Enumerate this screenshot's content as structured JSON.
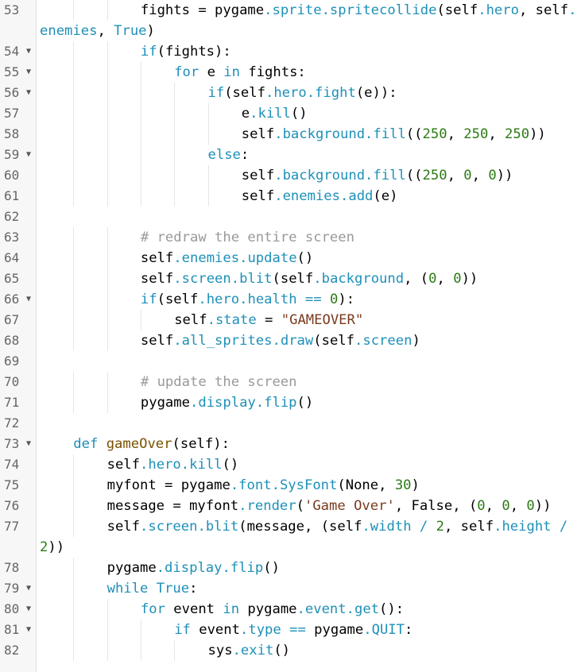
{
  "editor": {
    "language": "python",
    "colors": {
      "background": "#ffffff",
      "gutter_background": "#f7f7f7",
      "line_number": "#666666",
      "keyword": "#1e90b8",
      "attribute": "#1e90b8",
      "number": "#2b7a14",
      "string": "#7a3b1f",
      "comment": "#999999",
      "function_name": "#7a5200"
    },
    "fold_icon": "fold-triangle-down-icon",
    "lines": [
      {
        "num": "53",
        "fold": false,
        "indent": 3,
        "tokens": [
          [
            "",
            "fights = pygame"
          ],
          [
            "op",
            "."
          ],
          [
            "at",
            "sprite"
          ],
          [
            "op",
            "."
          ],
          [
            "at",
            "spritecollide"
          ],
          [
            "",
            "(self"
          ],
          [
            "op",
            "."
          ],
          [
            "at",
            "hero"
          ],
          [
            "",
            ", self"
          ],
          [
            "op",
            "."
          ],
          [
            "at",
            "enemies"
          ],
          [
            "",
            ", "
          ],
          [
            "kw",
            "True"
          ],
          [
            "",
            ")"
          ]
        ]
      },
      {
        "num": "54",
        "fold": true,
        "indent": 3,
        "tokens": [
          [
            "kw",
            "if"
          ],
          [
            "",
            "(fights):"
          ]
        ]
      },
      {
        "num": "55",
        "fold": true,
        "indent": 4,
        "tokens": [
          [
            "kw",
            "for"
          ],
          [
            "",
            " e "
          ],
          [
            "kw",
            "in"
          ],
          [
            "",
            " fights:"
          ]
        ]
      },
      {
        "num": "56",
        "fold": true,
        "indent": 5,
        "tokens": [
          [
            "kw",
            "if"
          ],
          [
            "",
            "(self"
          ],
          [
            "op",
            "."
          ],
          [
            "at",
            "hero"
          ],
          [
            "op",
            "."
          ],
          [
            "at",
            "fight"
          ],
          [
            "",
            "(e)):"
          ]
        ]
      },
      {
        "num": "57",
        "fold": false,
        "indent": 6,
        "tokens": [
          [
            "",
            "e"
          ],
          [
            "op",
            "."
          ],
          [
            "at",
            "kill"
          ],
          [
            "",
            "()"
          ]
        ]
      },
      {
        "num": "58",
        "fold": false,
        "indent": 6,
        "tokens": [
          [
            "",
            "self"
          ],
          [
            "op",
            "."
          ],
          [
            "at",
            "background"
          ],
          [
            "op",
            "."
          ],
          [
            "at",
            "fill"
          ],
          [
            "",
            "(("
          ],
          [
            "num",
            "250"
          ],
          [
            "",
            ", "
          ],
          [
            "num",
            "250"
          ],
          [
            "",
            ", "
          ],
          [
            "num",
            "250"
          ],
          [
            "",
            "))"
          ]
        ]
      },
      {
        "num": "59",
        "fold": true,
        "indent": 5,
        "tokens": [
          [
            "kw",
            "else"
          ],
          [
            "",
            ":"
          ]
        ]
      },
      {
        "num": "60",
        "fold": false,
        "indent": 6,
        "tokens": [
          [
            "",
            "self"
          ],
          [
            "op",
            "."
          ],
          [
            "at",
            "background"
          ],
          [
            "op",
            "."
          ],
          [
            "at",
            "fill"
          ],
          [
            "",
            "(("
          ],
          [
            "num",
            "250"
          ],
          [
            "",
            ", "
          ],
          [
            "num",
            "0"
          ],
          [
            "",
            ", "
          ],
          [
            "num",
            "0"
          ],
          [
            "",
            "))"
          ]
        ]
      },
      {
        "num": "61",
        "fold": false,
        "indent": 6,
        "tokens": [
          [
            "",
            "self"
          ],
          [
            "op",
            "."
          ],
          [
            "at",
            "enemies"
          ],
          [
            "op",
            "."
          ],
          [
            "at",
            "add"
          ],
          [
            "",
            "(e)"
          ]
        ]
      },
      {
        "num": "62",
        "fold": false,
        "indent": 0,
        "tokens": []
      },
      {
        "num": "63",
        "fold": false,
        "indent": 3,
        "tokens": [
          [
            "cm",
            "# redraw the entire screen"
          ]
        ]
      },
      {
        "num": "64",
        "fold": false,
        "indent": 3,
        "tokens": [
          [
            "",
            "self"
          ],
          [
            "op",
            "."
          ],
          [
            "at",
            "enemies"
          ],
          [
            "op",
            "."
          ],
          [
            "at",
            "update"
          ],
          [
            "",
            "()"
          ]
        ]
      },
      {
        "num": "65",
        "fold": false,
        "indent": 3,
        "tokens": [
          [
            "",
            "self"
          ],
          [
            "op",
            "."
          ],
          [
            "at",
            "screen"
          ],
          [
            "op",
            "."
          ],
          [
            "at",
            "blit"
          ],
          [
            "",
            "(self"
          ],
          [
            "op",
            "."
          ],
          [
            "at",
            "background"
          ],
          [
            "",
            ", ("
          ],
          [
            "num",
            "0"
          ],
          [
            "",
            ", "
          ],
          [
            "num",
            "0"
          ],
          [
            "",
            "))"
          ]
        ]
      },
      {
        "num": "66",
        "fold": true,
        "indent": 3,
        "tokens": [
          [
            "kw",
            "if"
          ],
          [
            "",
            "(self"
          ],
          [
            "op",
            "."
          ],
          [
            "at",
            "hero"
          ],
          [
            "op",
            "."
          ],
          [
            "at",
            "health"
          ],
          [
            "",
            " "
          ],
          [
            "op",
            "=="
          ],
          [
            "",
            " "
          ],
          [
            "num",
            "0"
          ],
          [
            "",
            "):"
          ]
        ]
      },
      {
        "num": "67",
        "fold": false,
        "indent": 4,
        "tokens": [
          [
            "",
            "self"
          ],
          [
            "op",
            "."
          ],
          [
            "at",
            "state"
          ],
          [
            "",
            " = "
          ],
          [
            "str",
            "\"GAMEOVER\""
          ]
        ]
      },
      {
        "num": "68",
        "fold": false,
        "indent": 3,
        "tokens": [
          [
            "",
            "self"
          ],
          [
            "op",
            "."
          ],
          [
            "at",
            "all_sprites"
          ],
          [
            "op",
            "."
          ],
          [
            "at",
            "draw"
          ],
          [
            "",
            "(self"
          ],
          [
            "op",
            "."
          ],
          [
            "at",
            "screen"
          ],
          [
            "",
            ")"
          ]
        ]
      },
      {
        "num": "69",
        "fold": false,
        "indent": 0,
        "tokens": []
      },
      {
        "num": "70",
        "fold": false,
        "indent": 3,
        "tokens": [
          [
            "cm",
            "# update the screen"
          ]
        ]
      },
      {
        "num": "71",
        "fold": false,
        "indent": 3,
        "tokens": [
          [
            "",
            "pygame"
          ],
          [
            "op",
            "."
          ],
          [
            "at",
            "display"
          ],
          [
            "op",
            "."
          ],
          [
            "at",
            "flip"
          ],
          [
            "",
            "()"
          ]
        ]
      },
      {
        "num": "72",
        "fold": false,
        "indent": 0,
        "tokens": []
      },
      {
        "num": "73",
        "fold": true,
        "indent": 1,
        "tokens": [
          [
            "kw",
            "def"
          ],
          [
            "",
            " "
          ],
          [
            "fn",
            "gameOver"
          ],
          [
            "",
            "(self):"
          ]
        ]
      },
      {
        "num": "74",
        "fold": false,
        "indent": 2,
        "tokens": [
          [
            "",
            "self"
          ],
          [
            "op",
            "."
          ],
          [
            "at",
            "hero"
          ],
          [
            "op",
            "."
          ],
          [
            "at",
            "kill"
          ],
          [
            "",
            "()"
          ]
        ]
      },
      {
        "num": "75",
        "fold": false,
        "indent": 2,
        "tokens": [
          [
            "",
            "myfont = pygame"
          ],
          [
            "op",
            "."
          ],
          [
            "at",
            "font"
          ],
          [
            "op",
            "."
          ],
          [
            "at",
            "SysFont"
          ],
          [
            "",
            "(None, "
          ],
          [
            "num",
            "30"
          ],
          [
            "",
            ")"
          ]
        ]
      },
      {
        "num": "76",
        "fold": false,
        "indent": 2,
        "tokens": [
          [
            "",
            "message = myfont"
          ],
          [
            "op",
            "."
          ],
          [
            "at",
            "render"
          ],
          [
            "",
            "("
          ],
          [
            "str",
            "'Game Over'"
          ],
          [
            "",
            ", False, ("
          ],
          [
            "num",
            "0"
          ],
          [
            "",
            ", "
          ],
          [
            "num",
            "0"
          ],
          [
            "",
            ", "
          ],
          [
            "num",
            "0"
          ],
          [
            "",
            "))"
          ]
        ]
      },
      {
        "num": "77",
        "fold": false,
        "indent": 2,
        "tokens": [
          [
            "",
            "self"
          ],
          [
            "op",
            "."
          ],
          [
            "at",
            "screen"
          ],
          [
            "op",
            "."
          ],
          [
            "at",
            "blit"
          ],
          [
            "",
            "(message, (self"
          ],
          [
            "op",
            "."
          ],
          [
            "at",
            "width"
          ],
          [
            "",
            " "
          ],
          [
            "op",
            "/"
          ],
          [
            "",
            " "
          ],
          [
            "num",
            "2"
          ],
          [
            "",
            ", self"
          ],
          [
            "op",
            "."
          ],
          [
            "at",
            "height"
          ],
          [
            "",
            " "
          ],
          [
            "op",
            "/"
          ],
          [
            "",
            " "
          ],
          [
            "num",
            "2"
          ],
          [
            "",
            "))"
          ]
        ]
      },
      {
        "num": "78",
        "fold": false,
        "indent": 2,
        "tokens": [
          [
            "",
            "pygame"
          ],
          [
            "op",
            "."
          ],
          [
            "at",
            "display"
          ],
          [
            "op",
            "."
          ],
          [
            "at",
            "flip"
          ],
          [
            "",
            "()"
          ]
        ]
      },
      {
        "num": "79",
        "fold": true,
        "indent": 2,
        "tokens": [
          [
            "kw",
            "while"
          ],
          [
            "",
            " "
          ],
          [
            "kw",
            "True"
          ],
          [
            "",
            ":"
          ]
        ]
      },
      {
        "num": "80",
        "fold": true,
        "indent": 3,
        "tokens": [
          [
            "kw",
            "for"
          ],
          [
            "",
            " event "
          ],
          [
            "kw",
            "in"
          ],
          [
            "",
            " pygame"
          ],
          [
            "op",
            "."
          ],
          [
            "at",
            "event"
          ],
          [
            "op",
            "."
          ],
          [
            "at",
            "get"
          ],
          [
            "",
            "():"
          ]
        ]
      },
      {
        "num": "81",
        "fold": true,
        "indent": 4,
        "tokens": [
          [
            "kw",
            "if"
          ],
          [
            "",
            " event"
          ],
          [
            "op",
            "."
          ],
          [
            "at",
            "type"
          ],
          [
            "",
            " "
          ],
          [
            "op",
            "=="
          ],
          [
            "",
            " pygame"
          ],
          [
            "op",
            "."
          ],
          [
            "at",
            "QUIT"
          ],
          [
            "",
            ":"
          ]
        ]
      },
      {
        "num": "82",
        "fold": false,
        "indent": 5,
        "tokens": [
          [
            "",
            "sys"
          ],
          [
            "op",
            "."
          ],
          [
            "at",
            "exit"
          ],
          [
            "",
            "()"
          ]
        ]
      }
    ]
  }
}
